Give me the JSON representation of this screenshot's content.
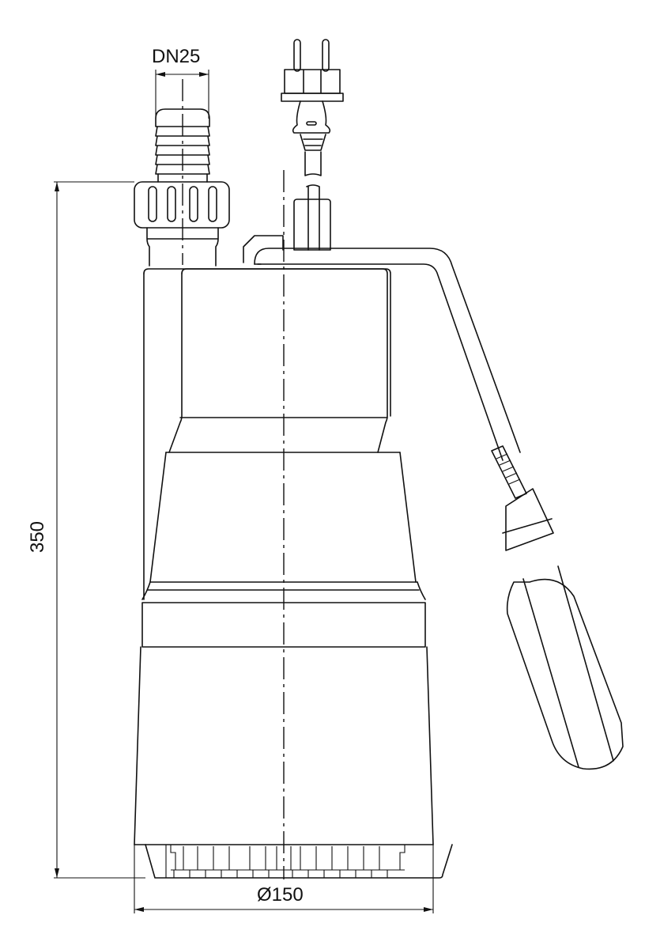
{
  "drawing": {
    "subject": "Submersible drainage pump with float switch and plug",
    "dimensions": {
      "outlet": "DN25",
      "height": "350",
      "diameter": "Ø150"
    }
  }
}
